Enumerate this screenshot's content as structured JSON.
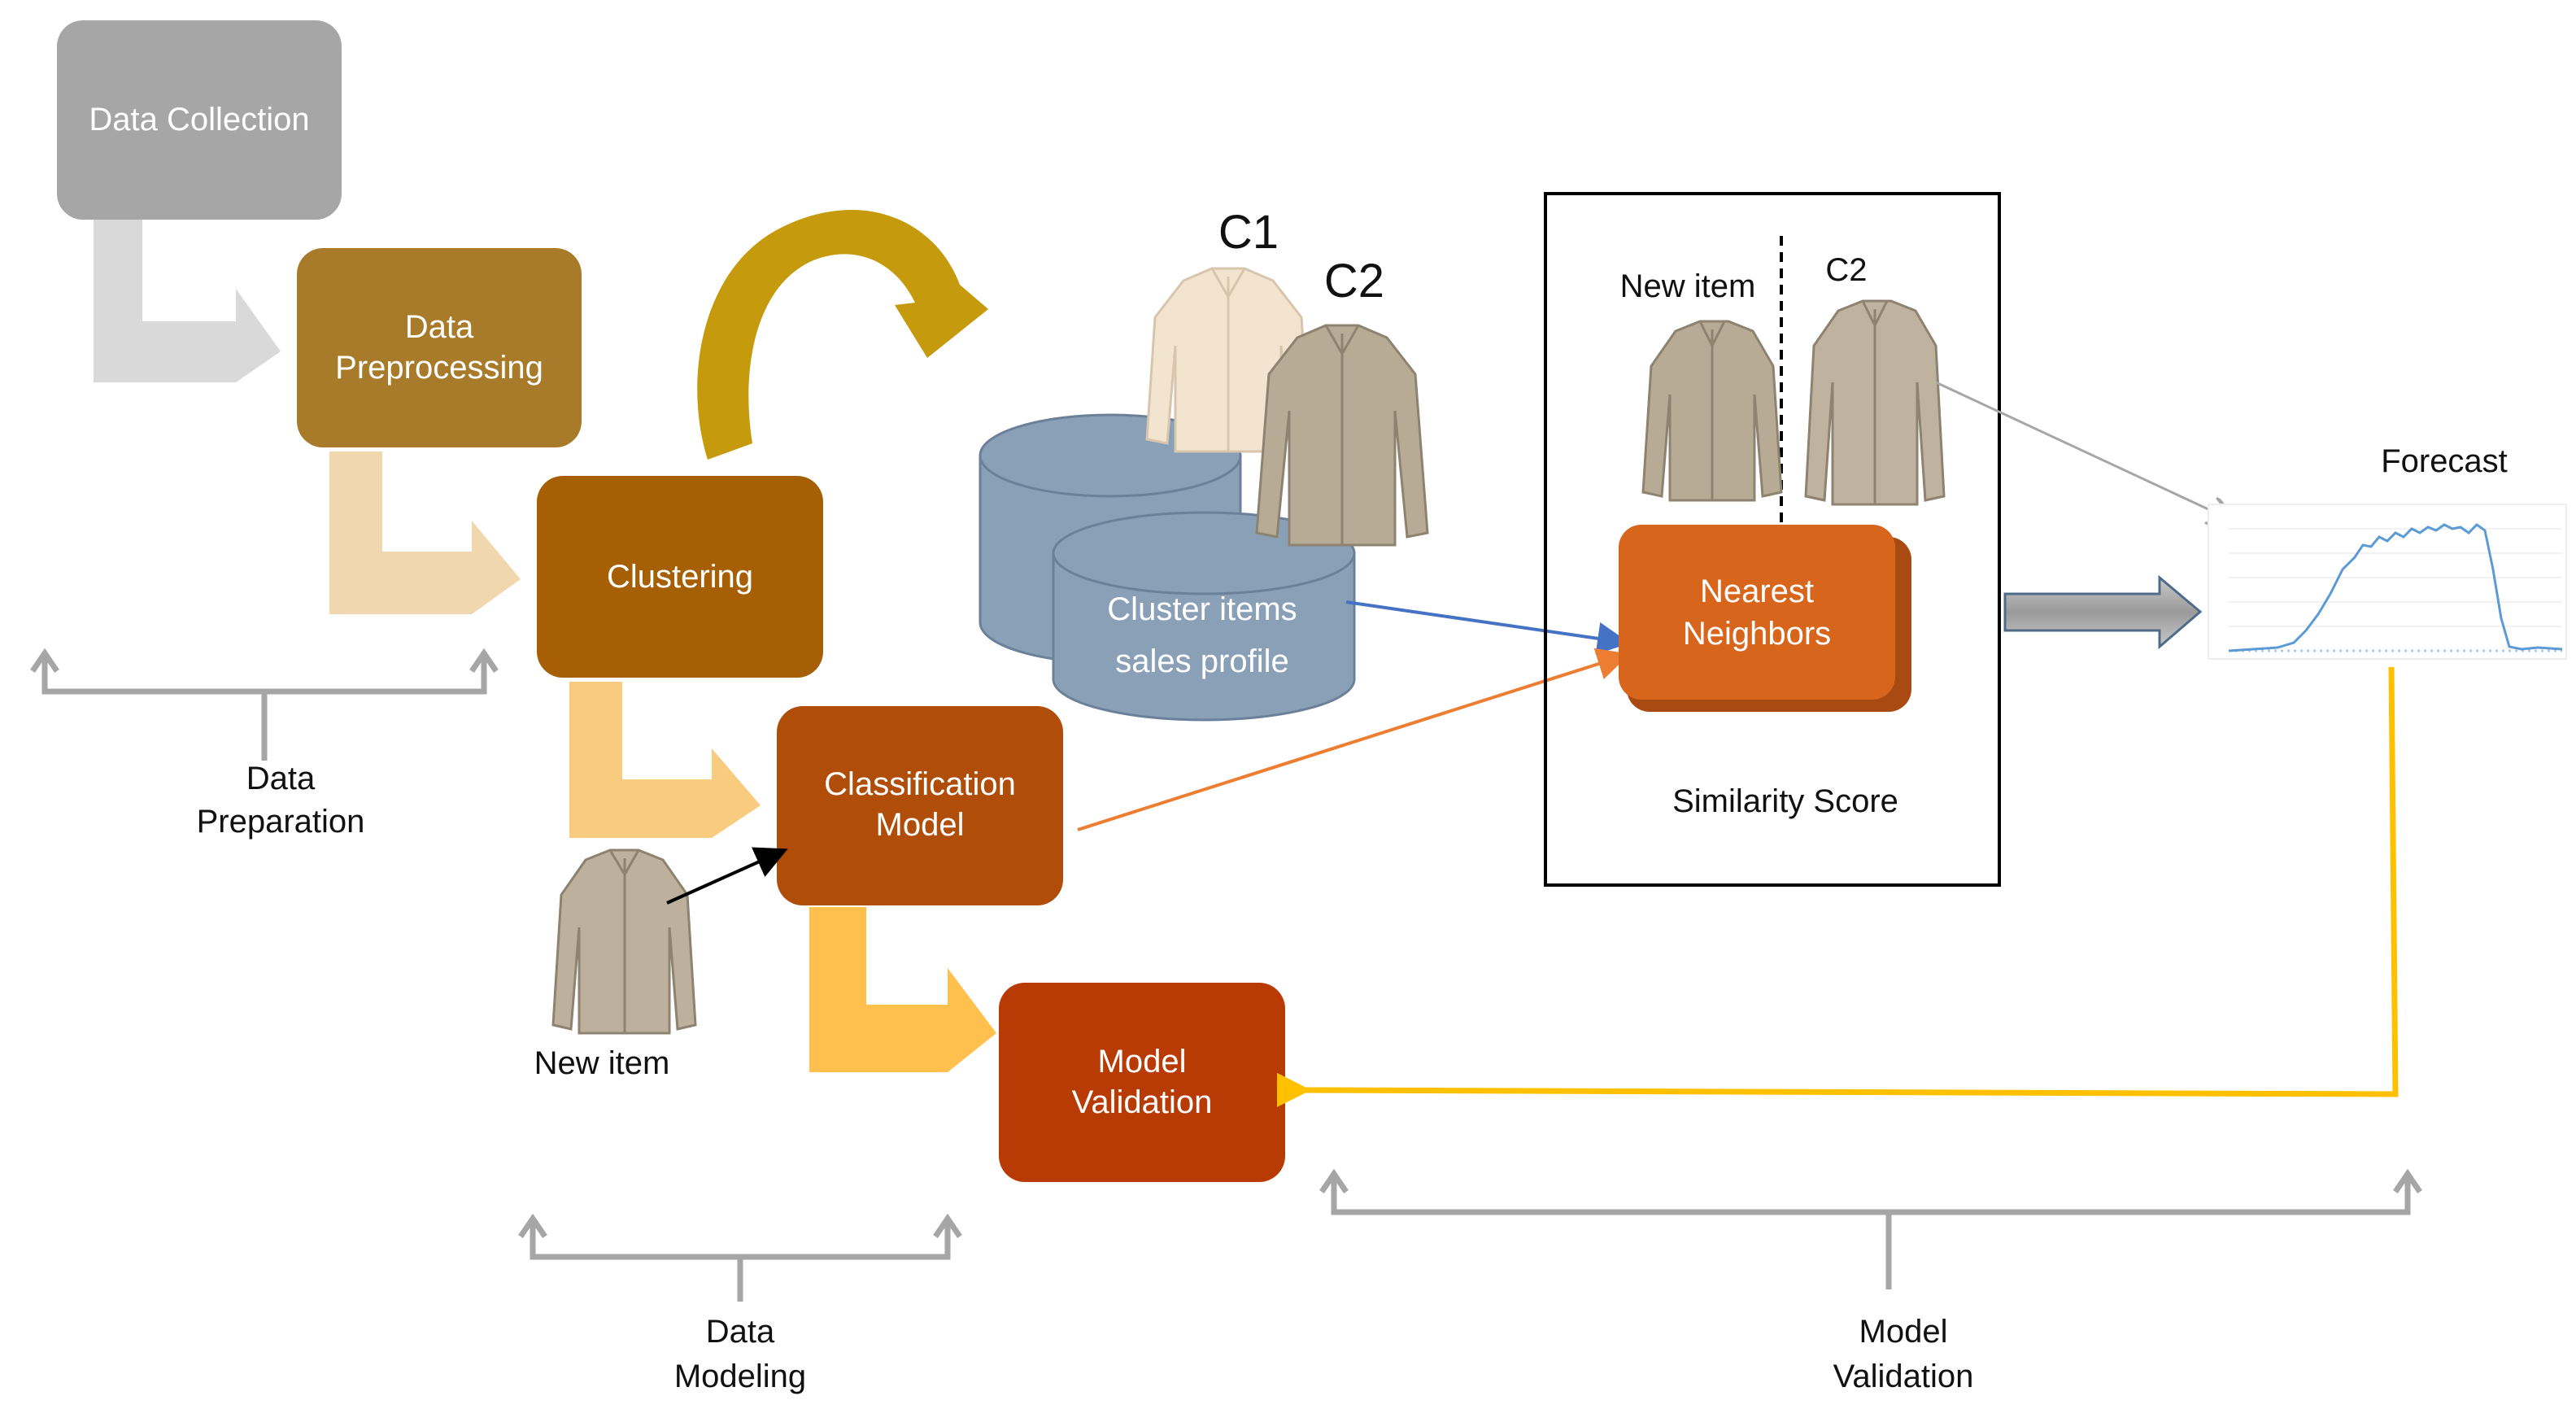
{
  "boxes": {
    "data_collection": "Data Collection",
    "data_preprocessing": [
      "Data",
      "Preprocessing"
    ],
    "clustering": "Clustering",
    "classification_model": [
      "Classification",
      "Model"
    ],
    "model_validation": [
      "Model",
      "Validation"
    ],
    "nearest_neighbors": [
      "Nearest",
      "Neighbors"
    ]
  },
  "cluster_db": [
    "Cluster items",
    "sales profile"
  ],
  "cluster_labels": {
    "c1": "C1",
    "c2": "C2"
  },
  "similarity_panel": {
    "new_item": "New item",
    "c2": "C2",
    "caption": "Similarity Score"
  },
  "new_item_label": "New item",
  "forecast_label": "Forecast",
  "brackets": {
    "data_preparation": [
      "Data",
      "Preparation"
    ],
    "data_modeling": [
      "Data",
      "Modeling"
    ],
    "model_validation": [
      "Model",
      "Validation"
    ]
  },
  "colors": {
    "data_collection": "#a6a6a6",
    "data_preprocessing": "#a87b2b",
    "clustering": "#a65f04",
    "classification_model": "#b04d08",
    "model_validation": "#b83a04",
    "nearest_neighbors": "#d8651c",
    "database": "#8aa0b7",
    "yellow_line": "#ffc000"
  }
}
